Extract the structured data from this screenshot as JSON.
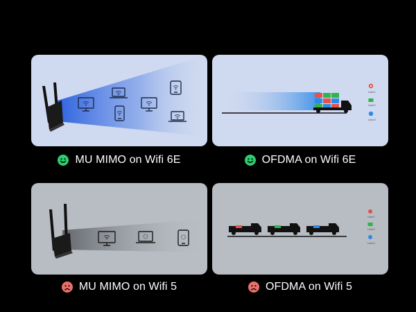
{
  "colors": {
    "good": "#2ecc71",
    "bad": "#e8706a",
    "panel_blue": "#cfd9ef",
    "panel_gray": "#b8bcc3",
    "beam_blue": "#3a6ee0",
    "user1": "#e8504a",
    "user2": "#2fb34a",
    "user3": "#2d8ae8"
  },
  "icons": [
    "router-icon",
    "wifi-icon",
    "monitor-icon",
    "laptop-icon",
    "tablet-icon",
    "phone-icon",
    "truck-icon",
    "play-icon",
    "mail-icon",
    "chat-icon",
    "smiley-icon",
    "frown-icon"
  ],
  "panels": [
    {
      "caption": "MU MIMO on Wifi 6E",
      "status": "good"
    },
    {
      "caption": "OFDMA on Wifi 6E",
      "status": "good"
    },
    {
      "caption": "MU MIMO on Wifi 5",
      "status": "bad"
    },
    {
      "caption": "OFDMA on Wifi 5",
      "status": "bad"
    }
  ],
  "legend": {
    "user1": "User1",
    "user2": "User2",
    "user3": "User3"
  }
}
